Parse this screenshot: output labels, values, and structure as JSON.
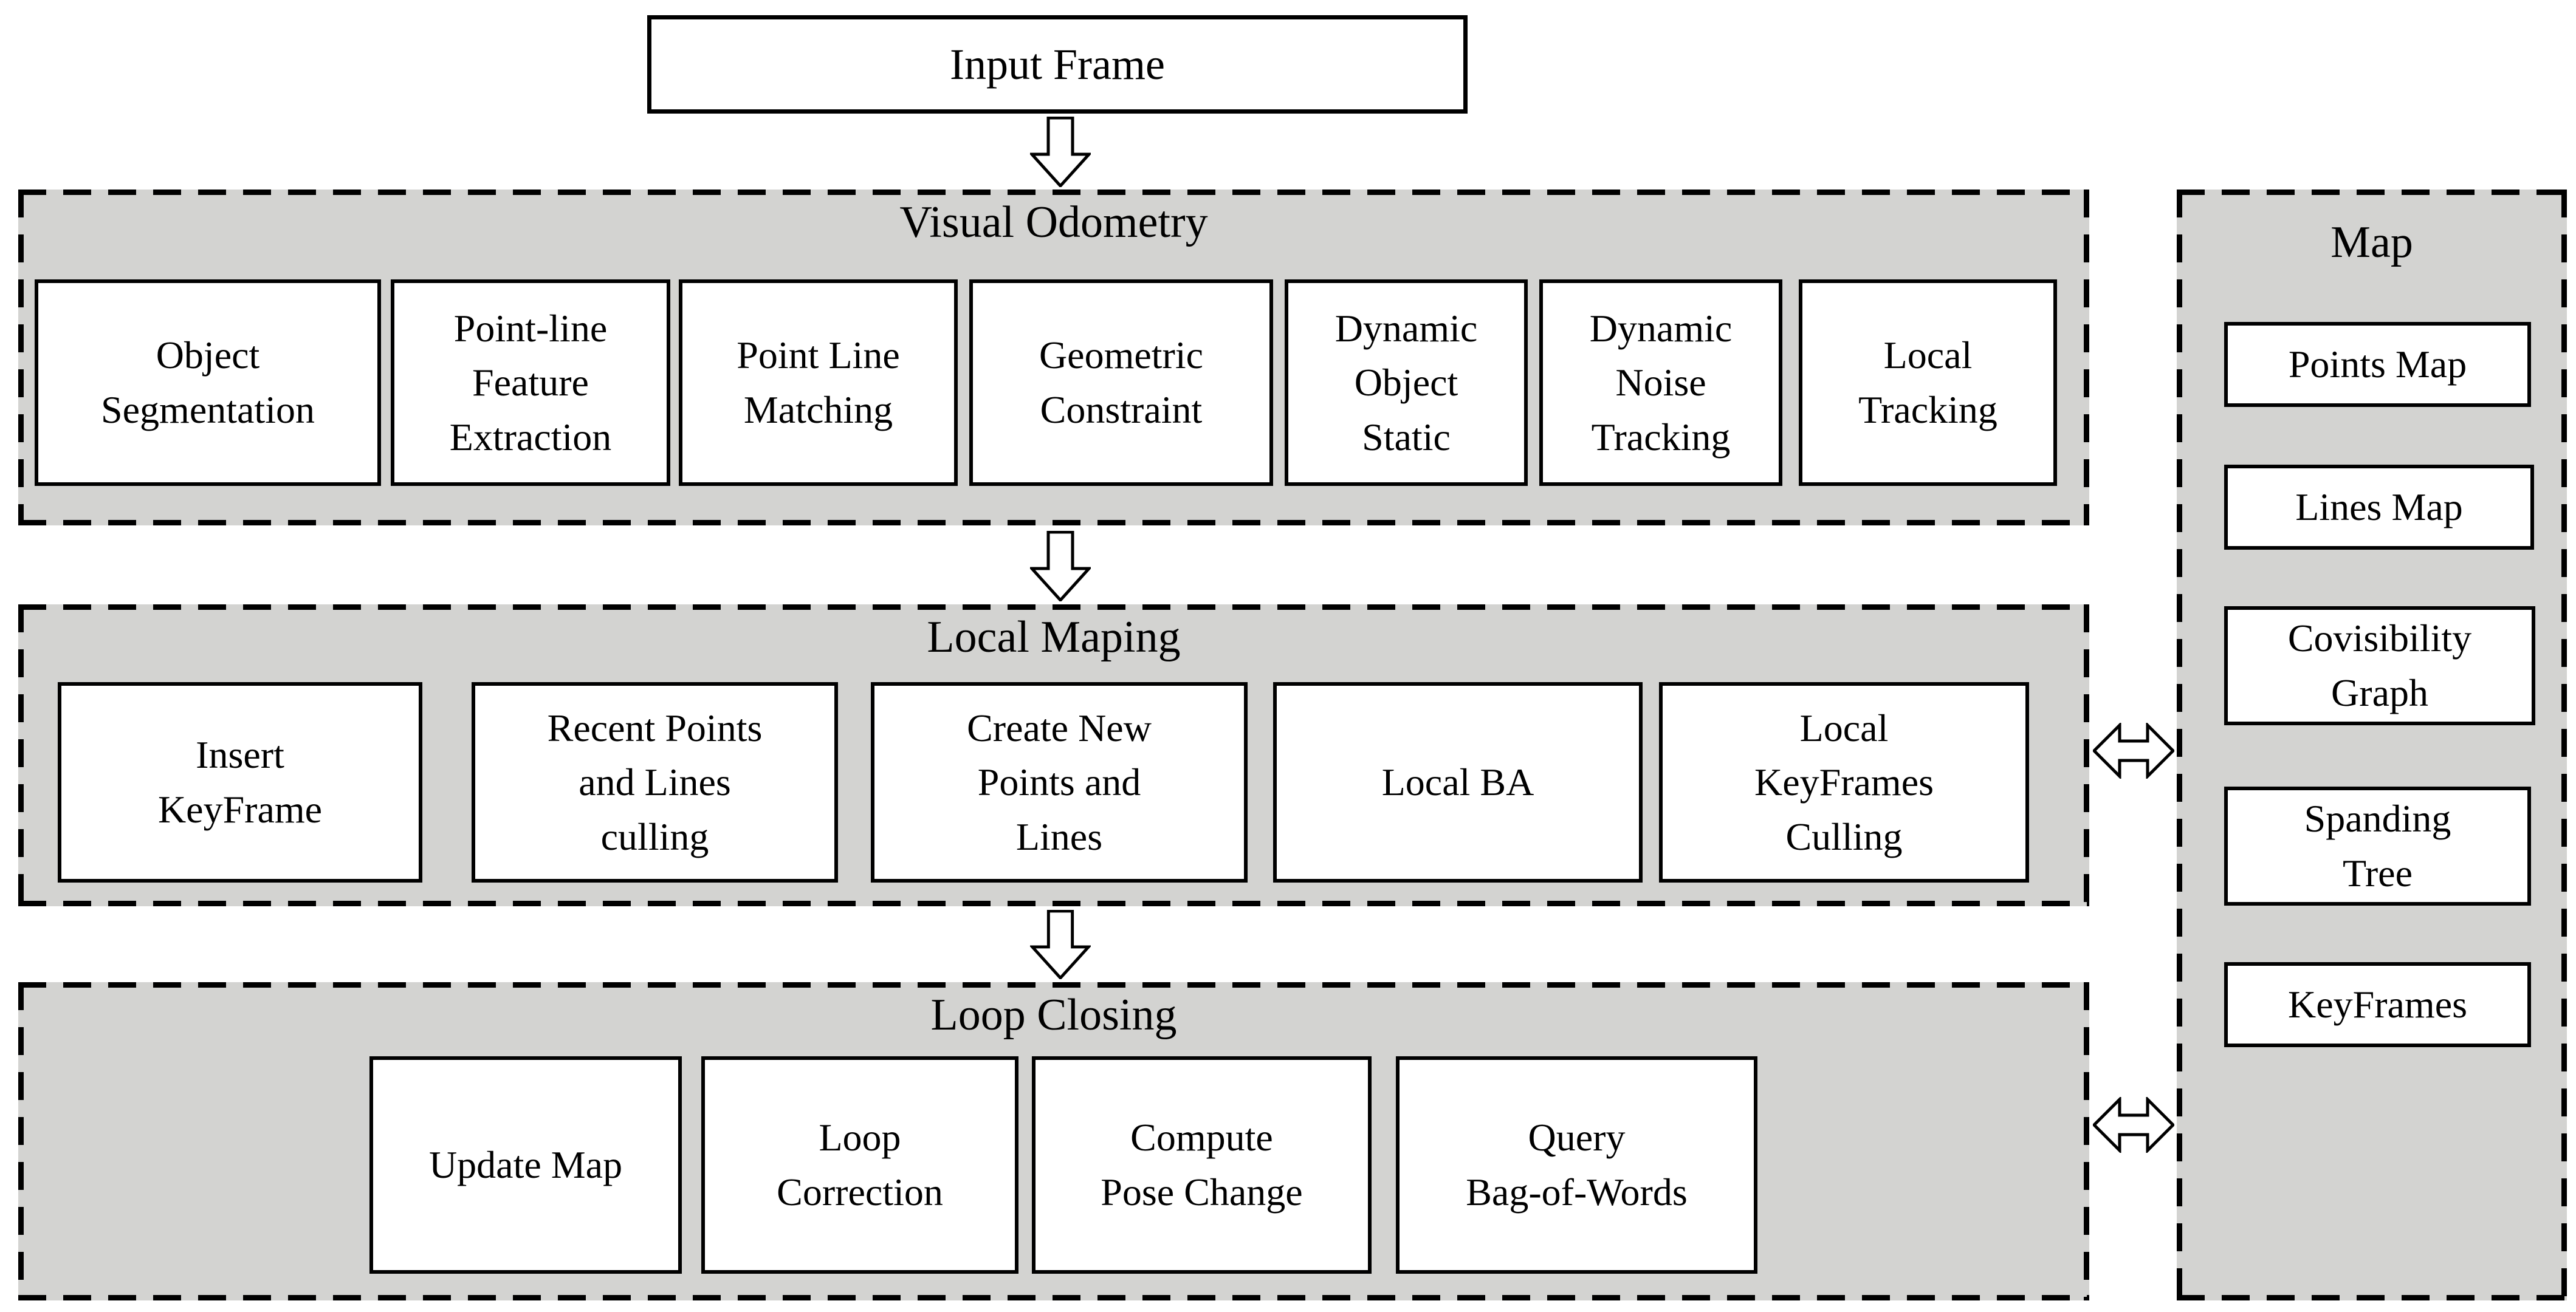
{
  "diagram": {
    "input_frame": {
      "label": "Input Frame"
    },
    "sections": [
      {
        "title": "Visual Odometry",
        "boxes": [
          {
            "label": "Object\nSegmentation"
          },
          {
            "label": "Point-line\nFeature\nExtraction"
          },
          {
            "label": "Point Line\nMatching"
          },
          {
            "label": "Geometric\nConstraint"
          },
          {
            "label": "Dynamic\nObject\nStatic"
          },
          {
            "label": "Dynamic\nNoise\nTracking"
          },
          {
            "label": "Local\nTracking"
          }
        ]
      },
      {
        "title": "Local Maping",
        "boxes": [
          {
            "label": "Insert\nKeyFrame"
          },
          {
            "label": "Recent Points\nand Lines\nculling"
          },
          {
            "label": "Create New\nPoints and\nLines"
          },
          {
            "label": "Local BA"
          },
          {
            "label": "Local\nKeyFrames\nCulling"
          }
        ]
      },
      {
        "title": "Loop Closing",
        "boxes": [
          {
            "label": "Update Map"
          },
          {
            "label": "Loop\nCorrection"
          },
          {
            "label": "Compute\nPose Change"
          },
          {
            "label": "Query\nBag-of-Words"
          }
        ]
      }
    ],
    "map_panel": {
      "title": "Map",
      "boxes": [
        {
          "label": "Points Map"
        },
        {
          "label": "Lines Map"
        },
        {
          "label": "Covisibility\nGraph"
        },
        {
          "label": "Spanding\nTree"
        },
        {
          "label": "KeyFrames"
        }
      ]
    },
    "icons": {
      "flow_down": "arrow-down-icon",
      "map_sync": "arrow-left-right-icon"
    },
    "colors": {
      "section_bg": "#d3d3d1",
      "box_bg": "#ffffff",
      "line": "#000000",
      "page_bg": "#ffffff"
    }
  }
}
